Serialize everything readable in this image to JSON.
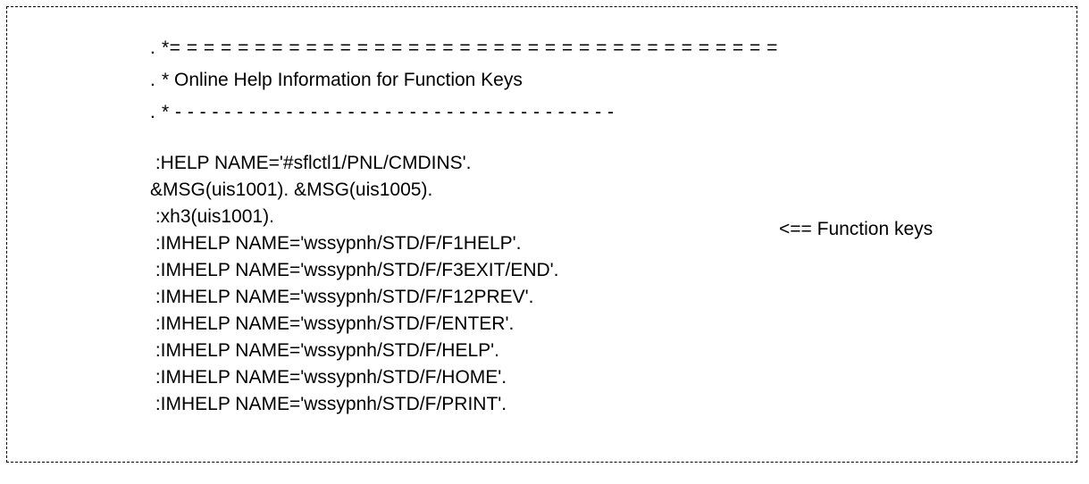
{
  "page": {
    "background_color": "#ffffff",
    "text_color": "#000000",
    "border_style": "dashed",
    "border_color": "#000000"
  },
  "header": {
    "lines": [
      {
        "marker": ".",
        "body": "*= = = = = = = = = = = = = = = = = = = = = = = = = = = = = = = = = = = ="
      },
      {
        "marker": ".",
        "body": "* Online Help Information for Function Keys"
      },
      {
        "marker": ".",
        "body": "* - - - - - - - - - - - - - - - - - - - - - - - - - - - - - - - - - - - -"
      }
    ],
    "title": "Online Help Information for Function Keys"
  },
  "code": {
    "lines": [
      " :HELP NAME='#sflctl1/PNL/CMDINS'.",
      "&MSG(uis1001). &MSG(uis1005).",
      " :xh3(uis1001).",
      " :IMHELP NAME='wssypnh/STD/F/F1HELP'.",
      " :IMHELP NAME='wssypnh/STD/F/F3EXIT/END'.",
      " :IMHELP NAME='wssypnh/STD/F/F12PREV'.",
      " :IMHELP NAME='wssypnh/STD/F/ENTER'.",
      " :IMHELP NAME='wssypnh/STD/F/HELP'.",
      " :IMHELP NAME='wssypnh/STD/F/HOME'.",
      " :IMHELP NAME='wssypnh/STD/F/PRINT'."
    ]
  },
  "annotation": {
    "text": "<== Function keys",
    "points_to_line": " :xh3(uis1001)."
  }
}
